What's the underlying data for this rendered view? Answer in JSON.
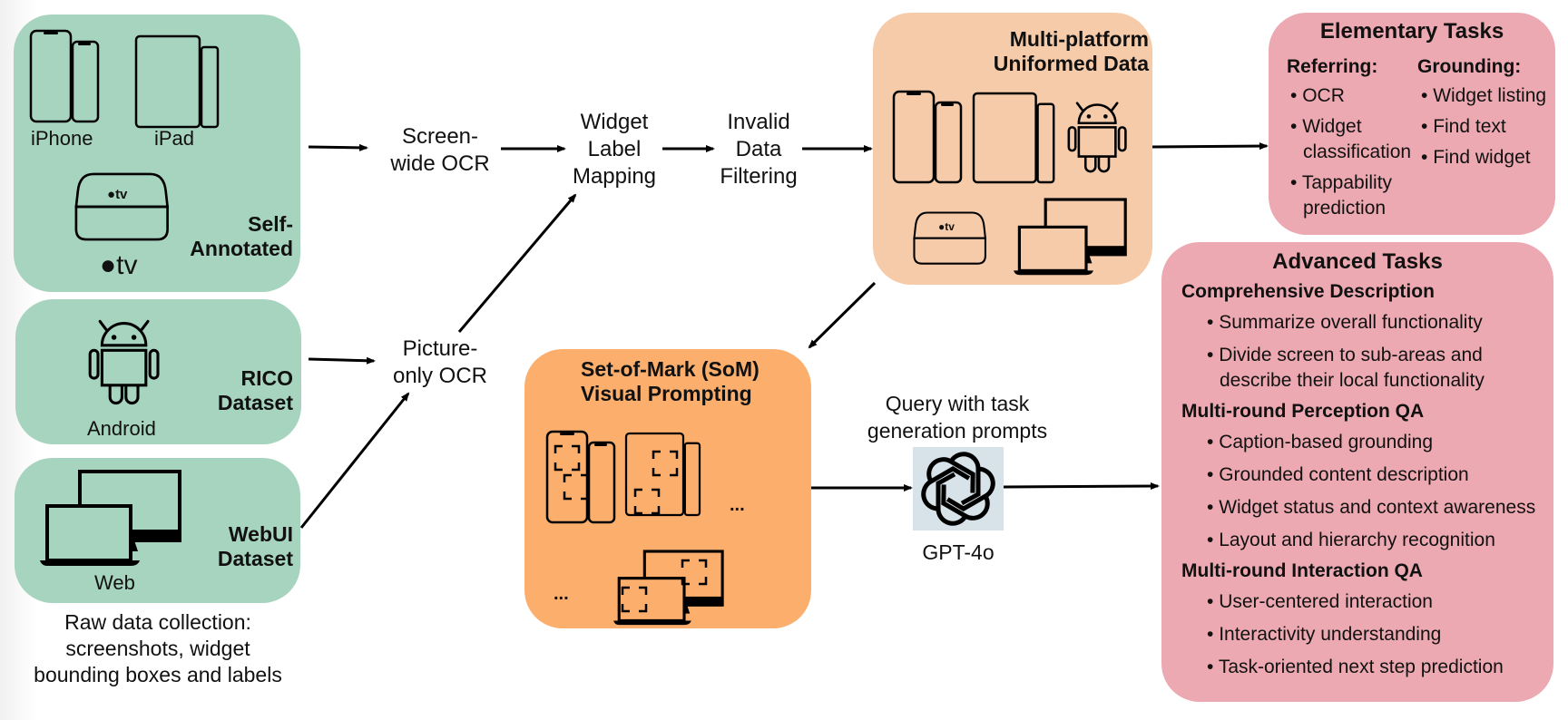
{
  "sources": {
    "self_annotated": {
      "title_line1": "Self-",
      "title_line2": "Annotated",
      "device_labels": [
        "iPhone",
        "iPad"
      ],
      "tv_logo": "tv"
    },
    "rico": {
      "title_line1": "RICO",
      "title_line2": "Dataset",
      "device_label": "Android"
    },
    "webui": {
      "title_line1": "WebUI",
      "title_line2": "Dataset",
      "device_label": "Web"
    },
    "caption": [
      "Raw data collection:",
      "screenshots, widget",
      "bounding boxes and labels"
    ]
  },
  "steps": {
    "screen_ocr": [
      "Screen-",
      "wide OCR"
    ],
    "picture_ocr": [
      "Picture-",
      "only OCR"
    ],
    "widget_mapping": [
      "Widget",
      "Label",
      "Mapping"
    ],
    "filtering": [
      "Invalid",
      "Data",
      "Filtering"
    ]
  },
  "uniform": {
    "title_line1": "Multi-platform",
    "title_line2": "Uniformed Data",
    "tv_logo": "tv"
  },
  "som": {
    "title_line1": "Set-of-Mark (SoM)",
    "title_line2": "Visual Prompting",
    "ellipsis": "..."
  },
  "gpt": {
    "query_line1": "Query with task",
    "query_line2": "generation prompts",
    "label": "GPT-4o"
  },
  "elementary": {
    "title": "Elementary Tasks",
    "referring": {
      "heading": "Referring:",
      "items": [
        "OCR",
        "Widget classification",
        "Tappability prediction"
      ]
    },
    "grounding": {
      "heading": "Grounding:",
      "items": [
        "Widget listing",
        "Find text",
        "Find widget"
      ]
    }
  },
  "advanced": {
    "title": "Advanced Tasks",
    "sections": [
      {
        "heading": "Comprehensive Description",
        "items": [
          "Summarize overall functionality",
          "Divide screen to sub-areas and describe their local functionality"
        ]
      },
      {
        "heading": "Multi-round Perception QA",
        "items": [
          "Caption-based grounding",
          "Grounded content description",
          "Widget status and context awareness",
          "Layout and hierarchy recognition"
        ]
      },
      {
        "heading": "Multi-round Interaction QA",
        "items": [
          "User-centered interaction",
          "Interactivity understanding",
          "Task-oriented next step prediction"
        ]
      }
    ]
  },
  "colors": {
    "source_green": "#a7d4bf",
    "uniform_peach": "#f6cbaa",
    "som_orange": "#fcae6c",
    "task_pink": "#eda9b1",
    "gpt_bg": "#d7e2e9"
  }
}
